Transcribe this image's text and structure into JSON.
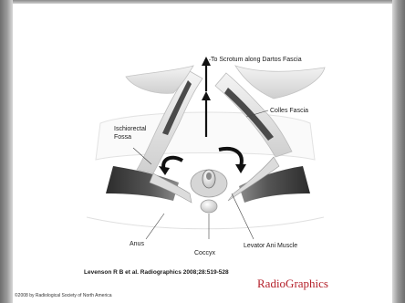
{
  "diagram": {
    "labels": {
      "scrotum": "To Scrotum along Dartos Fascia",
      "colles": "Colles Fascia",
      "ischiorectal_line1": "Ischiorectal",
      "ischiorectal_line2": "Fossa",
      "anus": "Anus",
      "coccyx": "Coccyx",
      "levator": "Levator Ani Muscle"
    }
  },
  "footer": {
    "citation": "Levenson R B et al. Radiographics 2008;28:519-528",
    "brand": "RadioGraphics",
    "copyright": "©2008 by Radiological Society of North America"
  },
  "colors": {
    "brand": "#b4202a",
    "frame": "#8a8a8a",
    "muscle_dark": "#3a3a3a"
  }
}
